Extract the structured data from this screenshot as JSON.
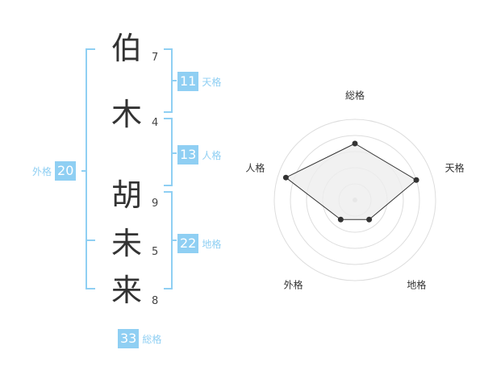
{
  "name": {
    "chars": [
      {
        "char": "伯",
        "strokes": "7"
      },
      {
        "char": "木",
        "strokes": "4"
      },
      {
        "char": "胡",
        "strokes": "9"
      },
      {
        "char": "未",
        "strokes": "5"
      },
      {
        "char": "来",
        "strokes": "8"
      }
    ]
  },
  "fortune": {
    "tenkaku": {
      "value": "11",
      "label": "天格"
    },
    "jinkaku": {
      "value": "13",
      "label": "人格"
    },
    "chikaku": {
      "value": "22",
      "label": "地格"
    },
    "gaikaku": {
      "value": "20",
      "label": "外格"
    },
    "soukaku": {
      "value": "33",
      "label": "総格"
    }
  },
  "chart_data": {
    "type": "radar",
    "axes": [
      "総格",
      "天格",
      "地格",
      "外格",
      "人格"
    ],
    "values": [
      3.5,
      4,
      1.5,
      1.5,
      4.5
    ],
    "max": 5,
    "rings": 5
  },
  "colors": {
    "accent": "#8fcff3",
    "ring": "#dddddd",
    "fill": "#eeeeee",
    "line": "#333333"
  }
}
